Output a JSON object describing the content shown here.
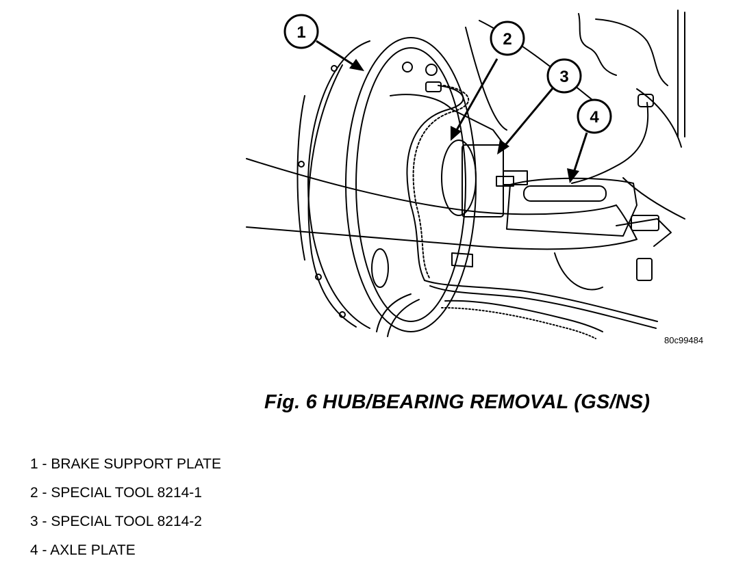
{
  "figure": {
    "code": "80c99484",
    "caption": "Fig. 6 HUB/BEARING REMOVAL (GS/NS)",
    "callouts": [
      {
        "number": "1"
      },
      {
        "number": "2"
      },
      {
        "number": "3"
      },
      {
        "number": "4"
      }
    ]
  },
  "legend": [
    {
      "number": "1",
      "separator": " - ",
      "label": "BRAKE SUPPORT PLATE"
    },
    {
      "number": "2",
      "separator": " - ",
      "label": "SPECIAL TOOL 8214-1"
    },
    {
      "number": "3",
      "separator": " - ",
      "label": "SPECIAL TOOL 8214-2"
    },
    {
      "number": "4",
      "separator": " - ",
      "label": "AXLE PLATE"
    }
  ]
}
